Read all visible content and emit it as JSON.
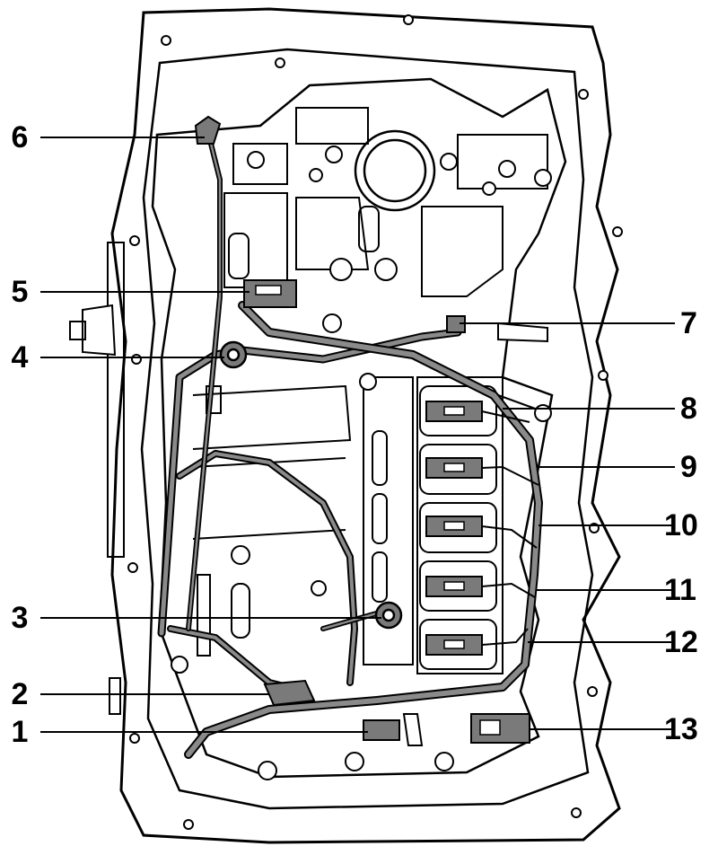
{
  "callouts_left": [
    {
      "num": "6"
    },
    {
      "num": "5"
    },
    {
      "num": "4"
    },
    {
      "num": "3"
    },
    {
      "num": "2"
    },
    {
      "num": "1"
    }
  ],
  "callouts_right": [
    {
      "num": "7"
    },
    {
      "num": "8"
    },
    {
      "num": "9"
    },
    {
      "num": "10"
    },
    {
      "num": "11"
    },
    {
      "num": "12"
    },
    {
      "num": "13"
    }
  ],
  "colors": {
    "line": "#000000",
    "harness": "#8a8a8a",
    "solenoid": "#7a7a7a",
    "background": "#ffffff"
  }
}
